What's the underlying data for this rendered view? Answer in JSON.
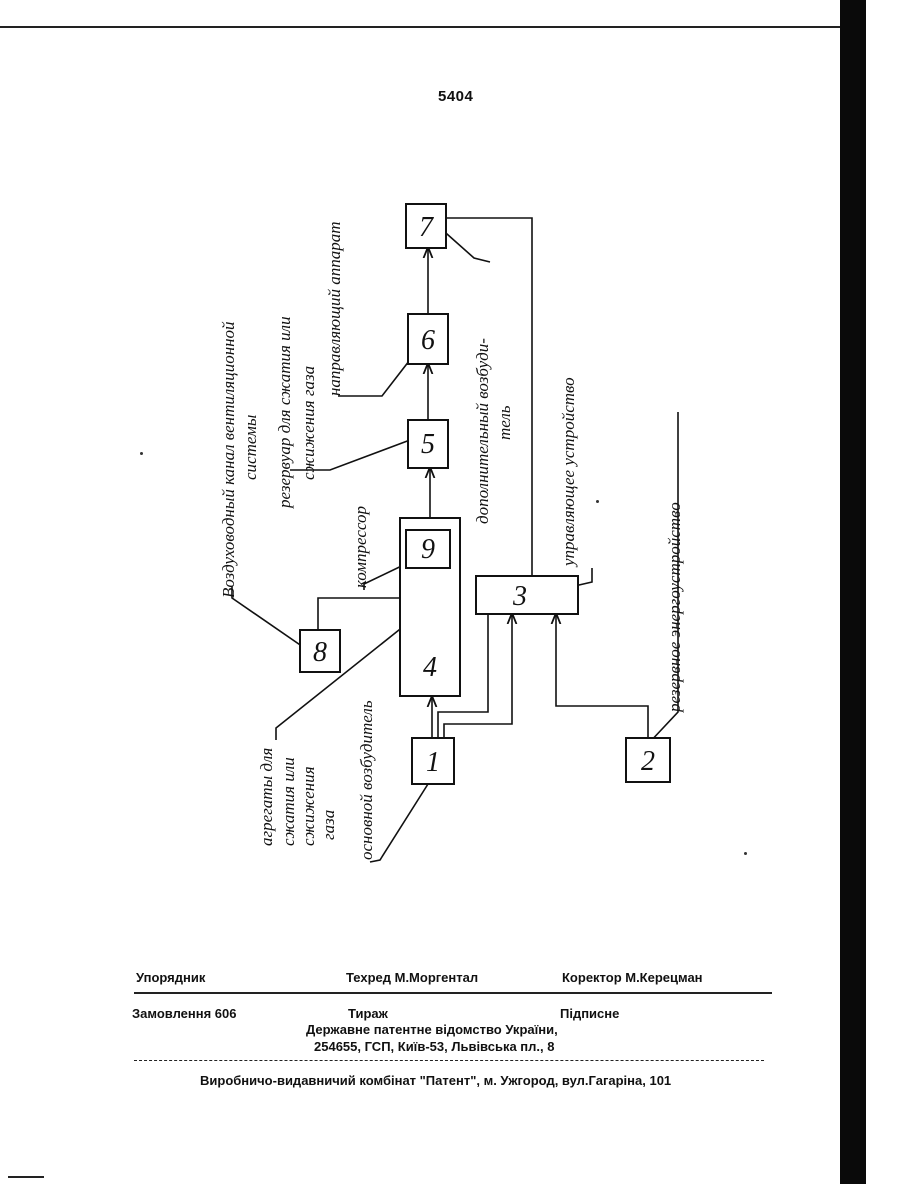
{
  "page_number": "5404",
  "diagram": {
    "blocks": {
      "b1": "1",
      "b2": "2",
      "b3": "3",
      "b4": "4",
      "b5": "5",
      "b6": "6",
      "b7": "7",
      "b8": "8",
      "b9": "9"
    },
    "labels": {
      "air_channel": "Воздуховодный канал вентиляционной",
      "air_channel_2": "системы",
      "tank": "резервуар для сжатия или",
      "tank_2": "сжижения газа",
      "gas_direction": "направляющий аппарат",
      "compressor": "компрессор",
      "extra_motor": "дополнительный возбуди-",
      "extra_motor_2": "тель",
      "control": "управляющее устройство",
      "reserve": "резервное энергоустройство",
      "aggregate": "агрегаты для",
      "aggregate_2": "сжатия или",
      "aggregate_3": "сжижения",
      "aggregate_4": "газа",
      "main_motor": "основной возбудитель"
    }
  },
  "footer": {
    "compiler": "Упорядник",
    "techred": "Техред М.Моргентал",
    "corrector": "Коректор  М.Керецман",
    "order": "Замовлення  606",
    "circulation": "Тираж",
    "subscription": "Підписне",
    "office": "Державне патентне відомство України,",
    "address": "254655, ГСП, Київ-53, Львівська пл., 8",
    "printer": "Виробничо-видавничий комбінат  \"Патент\", м. Ужгород, вул.Гагаріна, 101"
  }
}
